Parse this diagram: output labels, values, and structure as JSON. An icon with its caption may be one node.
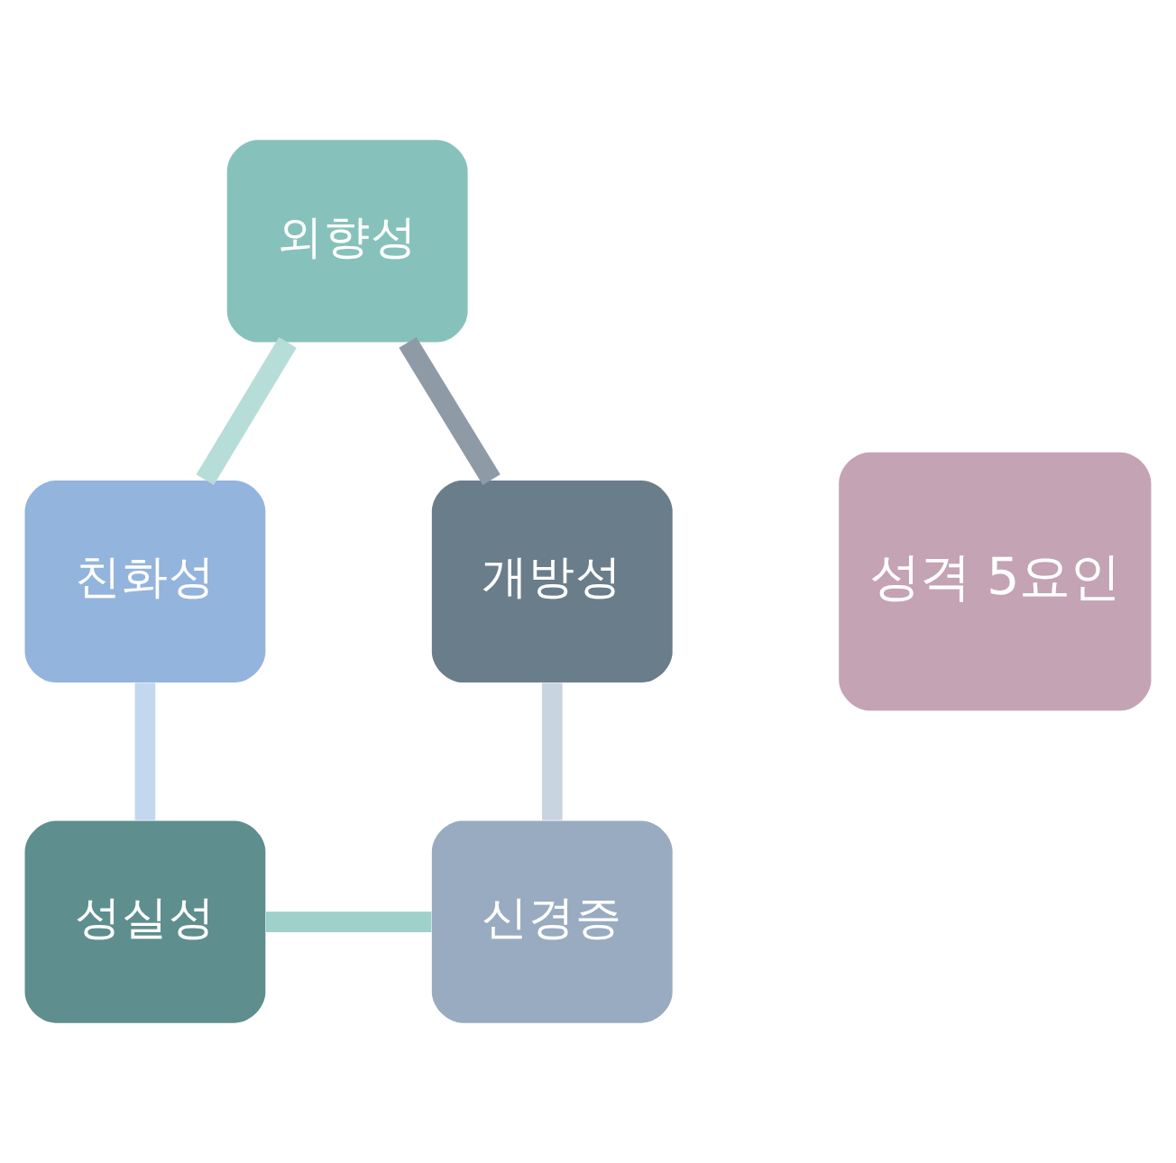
{
  "diagram": {
    "nodes": [
      {
        "text": [
          "외향성"
        ]
      },
      {
        "text": [
          "개방성"
        ]
      },
      {
        "text": [
          "성격 5요인"
        ]
      },
      {
        "text": [
          "친화성"
        ]
      },
      {
        "text": [
          "신경증"
        ]
      },
      {
        "text": [
          "성실성"
        ]
      }
    ],
    "edges": [
      {
        "from": 0,
        "to": 3,
        "arrow": "none",
        "color": "#b7ddd8"
      },
      {
        "from": 3,
        "to": 5,
        "arrow": "none",
        "color": "#c3d7ef"
      },
      {
        "from": 5,
        "to": 4,
        "arrow": "none",
        "color": "#9fd0ca"
      },
      {
        "from": 4,
        "to": 1,
        "arrow": "none",
        "color": "#c8d4e0"
      },
      {
        "from": 1,
        "to": 0,
        "arrow": "none",
        "color": "#8e9ba7"
      }
    ]
  }
}
